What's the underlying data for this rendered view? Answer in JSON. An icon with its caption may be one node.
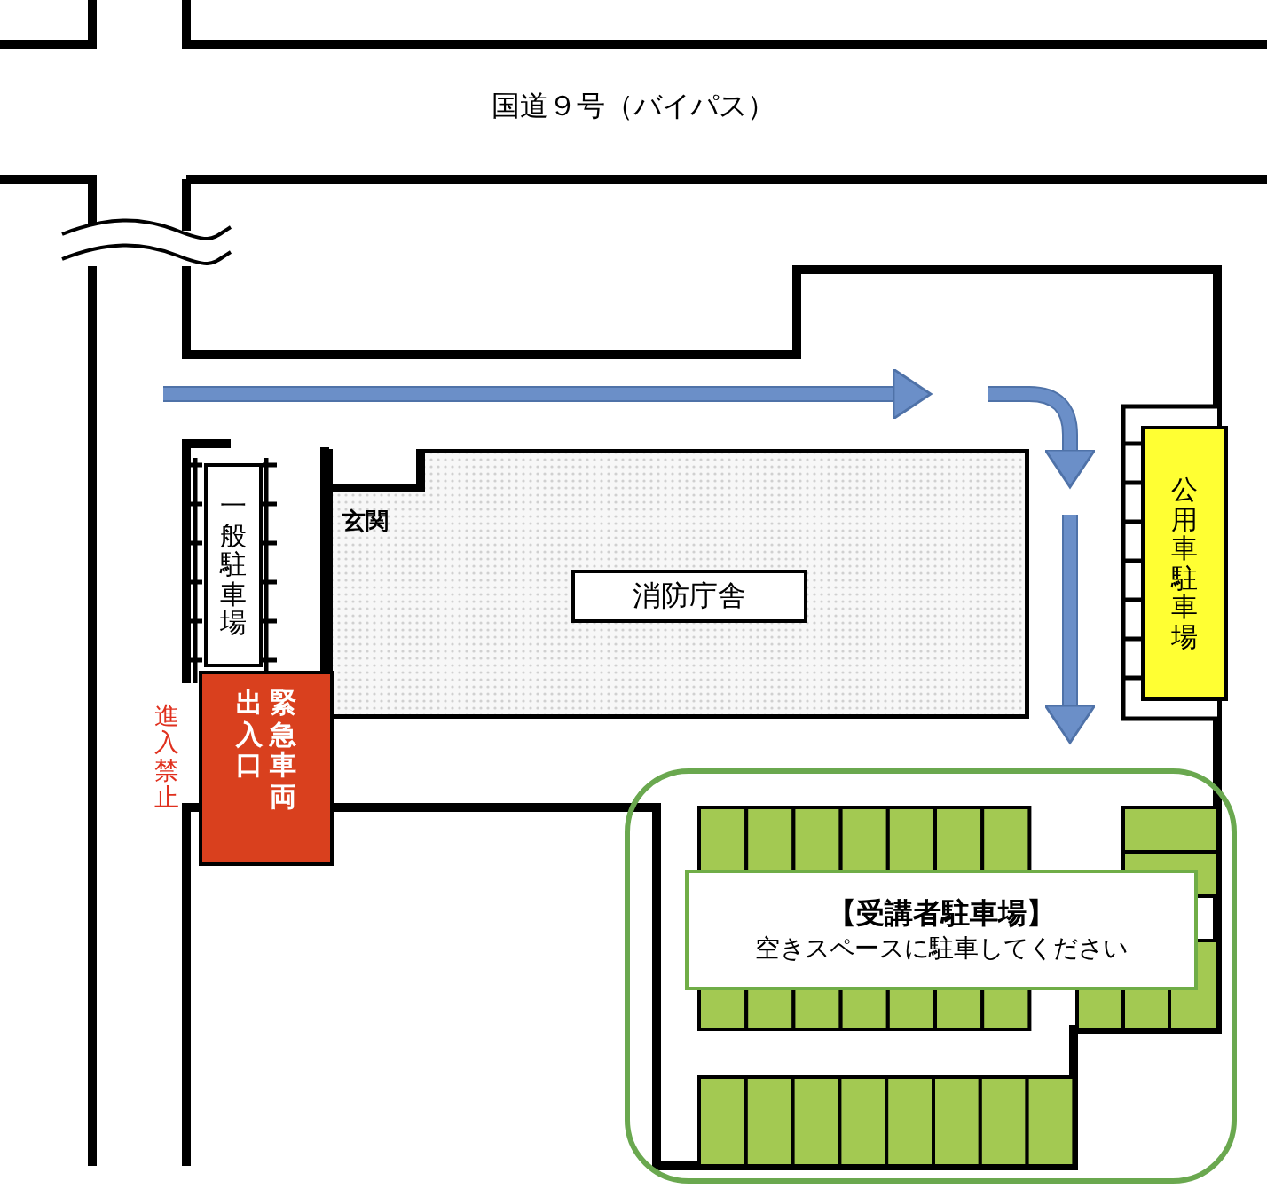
{
  "diagram": {
    "nodes": [
      {
        "text": [
          "玄関"
        ]
      },
      {
        "text": [
          "消防庁舎"
        ],
        "in": 0
      },
      {
        "text": [
          "一般駐車場"
        ]
      },
      {
        "text": [
          "緊急車両出入口"
        ]
      },
      {
        "text": [
          "公用車駐車場"
        ]
      },
      {
        "text": [],
        "shape": "box"
      },
      {
        "text": [
          "【受講者駐車場】",
          "空きスペースに駐車してください"
        ],
        "in": 5
      }
    ],
    "edges": [],
    "labels": [
      "国道９号（バイパス）",
      "進入禁止"
    ]
  }
}
